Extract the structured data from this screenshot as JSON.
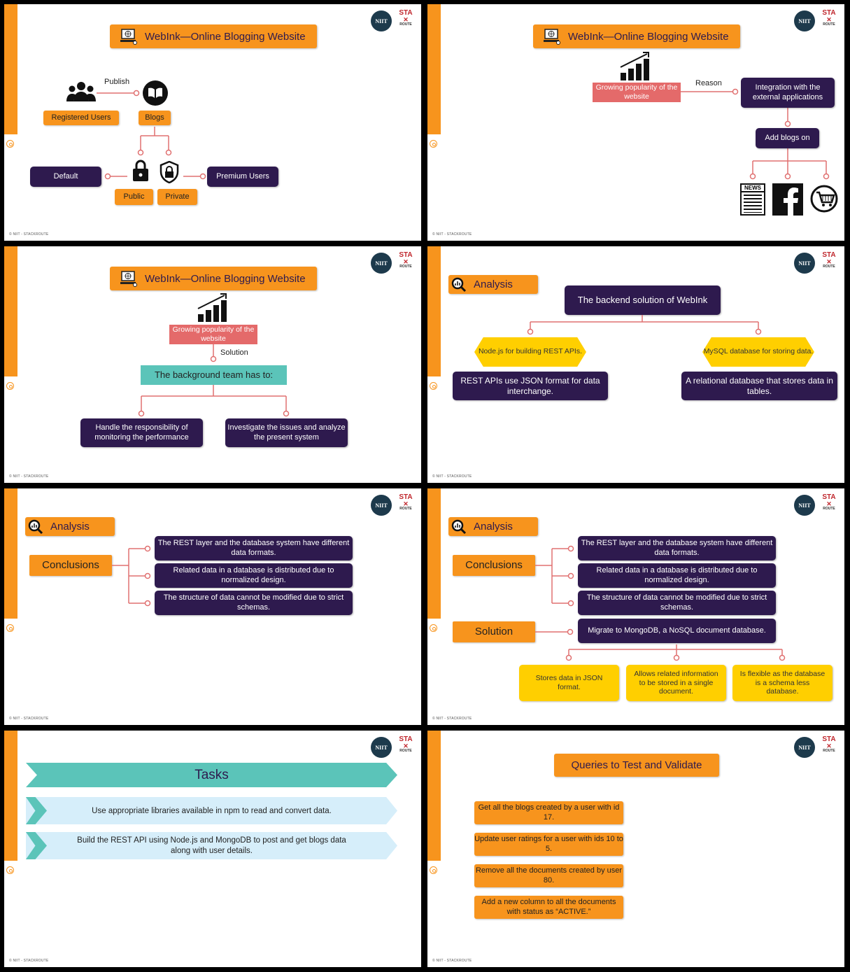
{
  "common": {
    "footer": "© NIIT - STACKROUTE",
    "logo_niit": "NIIT",
    "logo_sta": "STA",
    "logo_route": "ROUTE"
  },
  "slide1": {
    "title": "WebInk—Online Blogging Website",
    "publish": "Publish",
    "registered_users": "Registered Users",
    "blogs": "Blogs",
    "default": "Default",
    "public": "Public",
    "private": "Private",
    "premium_users": "Premium Users"
  },
  "slide2": {
    "title": "WebInk—Online Blogging Website",
    "growing": "Growing popularity of the website",
    "reason": "Reason",
    "integration": "Integration with the external applications",
    "add_blogs": "Add blogs on",
    "news": "NEWS"
  },
  "slide3": {
    "title": "WebInk—Online Blogging Website",
    "growing": "Growing popularity of the website",
    "solution": "Solution",
    "team": "The background team has to:",
    "handle": "Handle the responsibility of monitoring the performance",
    "investigate": "Investigate the issues and analyze the present system"
  },
  "slide4": {
    "analysis": "Analysis",
    "backend": "The backend solution of WebInk",
    "node": "Node.js for building REST APIs.",
    "mysql": "MySQL database for storing data.",
    "rest_json": "REST APIs use JSON format for data interchange.",
    "relational": "A relational database that stores data in tables."
  },
  "slide5": {
    "analysis": "Analysis",
    "conclusions": "Conclusions",
    "items": [
      "The REST layer and the database system have different data formats.",
      "Related data in a database is distributed due to normalized design.",
      "The structure of data cannot be modified due to strict schemas."
    ]
  },
  "slide6": {
    "analysis": "Analysis",
    "conclusions": "Conclusions",
    "items": [
      "The REST layer and the database system have different data formats.",
      "Related data in a database is distributed due to normalized design.",
      "The structure of data cannot be modified due to strict schemas."
    ],
    "solution": "Solution",
    "migrate": "Migrate to MongoDB, a NoSQL document database.",
    "benefits": [
      "Stores data in JSON format.",
      "Allows related information to be stored in a single document.",
      "Is flexible as the database is a schema less database."
    ]
  },
  "slide7": {
    "tasks": "Tasks",
    "task_items": [
      "Use appropriate libraries available in npm to read and convert data.",
      "Build the REST API using Node.js and MongoDB to post and get blogs data along with user details."
    ]
  },
  "slide8": {
    "title": "Queries to Test and Validate",
    "queries": [
      "Get all the blogs created by a user with id 17.",
      "Update user ratings for a user with ids 10 to 5.",
      "Remove all the documents created by user 80.",
      "Add a new column to all the documents with status as “ACTIVE.”"
    ]
  },
  "colors": {
    "orange": "#f7941d",
    "navy": "#2e1a4e",
    "yellow": "#ffcf00",
    "teal": "#5bc4b9",
    "salmon": "#e46a6a",
    "light_blue": "#d6eefa",
    "line": "#e07070"
  }
}
